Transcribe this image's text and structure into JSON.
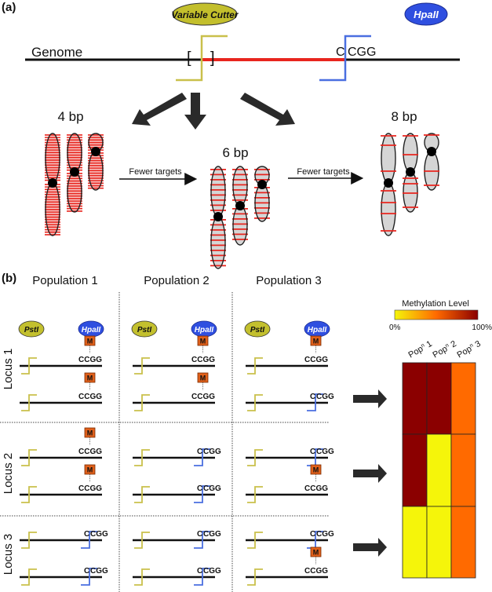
{
  "panel_a": {
    "label": "(a)",
    "genome_label": "Genome",
    "variable_cutter": {
      "label": "Variable Cutter",
      "color": "#c8c23a"
    },
    "hpaii": {
      "label": "HpaII",
      "color": "#2f4fe0"
    },
    "site_left_bracket": "[",
    "site_right_bracket": "]",
    "ccgg_c": "C",
    "ccgg_rest": "CGG",
    "colors": {
      "genome_line": "#111111",
      "fragment": "#e8251e",
      "cutter_line": "#c9c04b",
      "hpaii_line": "#4a6fe0",
      "arrow": "#2a2a2a"
    },
    "groups": [
      {
        "label": "4 bp",
        "density": "high"
      },
      {
        "label": "6 bp",
        "density": "medium"
      },
      {
        "label": "8 bp",
        "density": "low"
      }
    ],
    "transition_label_1": "Fewer targets",
    "transition_label_2": "Fewer targets"
  },
  "panel_b": {
    "label": "(b)",
    "populations": [
      "Population 1",
      "Population 2",
      "Population 3"
    ],
    "loci": [
      "Locus 1",
      "Locus 2",
      "Locus 3"
    ],
    "enzyme_pst": "PstI",
    "enzyme_hpa": "HpaII",
    "methyl_mark": "M",
    "ccgg": "CCGG",
    "cut_c": "C",
    "cut_rest": "CGG",
    "colors": {
      "pst": "#c3c02e",
      "hpa": "#2f4fe0",
      "methyl": "#e0601a",
      "pst_line": "#c9c04b",
      "hpa_line": "#4a6fe0"
    },
    "methylation_states": [
      [
        [
          true,
          true
        ],
        [
          true,
          true
        ],
        [
          true,
          false
        ]
      ],
      [
        [
          true,
          true
        ],
        [
          false,
          false
        ],
        [
          false,
          true
        ]
      ],
      [
        [
          false,
          false
        ],
        [
          false,
          false
        ],
        [
          false,
          true
        ]
      ]
    ]
  },
  "heatmap": {
    "legend_title": "Methylation Level",
    "legend_min": "0%",
    "legend_max": "100%",
    "column_labels": [
      {
        "base": "Pop",
        "sup": "n",
        "num": " 1"
      },
      {
        "base": "Pop",
        "sup": "n",
        "num": " 2"
      },
      {
        "base": "Pop",
        "sup": "n",
        "num": " 3"
      }
    ],
    "values": [
      [
        100,
        100,
        50
      ],
      [
        100,
        0,
        50
      ],
      [
        0,
        0,
        50
      ]
    ],
    "color_scale": [
      "#f5f50a",
      "#ff6a00",
      "#8b0000"
    ]
  }
}
